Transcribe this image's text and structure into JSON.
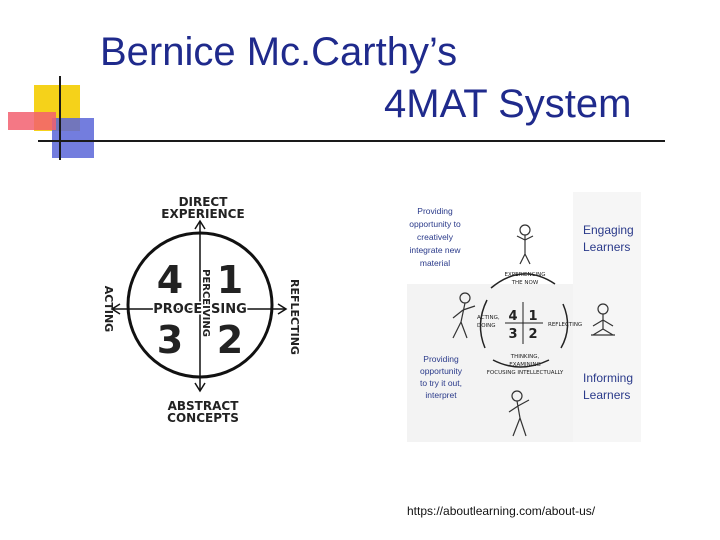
{
  "slide": {
    "title_line1": "Bernice Mc.Carthy’s",
    "title_line2": "4MAT System",
    "source_url": "https://aboutlearning.com/about-us/"
  },
  "left_diagram": {
    "top_label_1": "DIRECT",
    "top_label_2": "EXPERIENCE",
    "bottom_label_1": "ABSTRACT",
    "bottom_label_2": "CONCEPTS",
    "left_label": "ACTING",
    "right_label": "REFLECTING",
    "vertical_label": "PERCEIVING",
    "horizontal_label": "PROCESSING",
    "q1": "1",
    "q2": "2",
    "q3": "3",
    "q4": "4"
  },
  "right_diagram": {
    "note_top_left": [
      "Providing",
      "opportunity to",
      "creatively",
      "integrate new",
      "material"
    ],
    "note_bottom_left": [
      "Providing",
      "opportunity",
      "to try it out,",
      "interpret"
    ],
    "label_engaging": [
      "Engaging",
      "Learners"
    ],
    "label_informing": [
      "Informing",
      "Learners"
    ],
    "cycle_top": [
      "EXPERIENCING",
      "THE NOW"
    ],
    "cycle_left": [
      "ACTING,",
      "DOING"
    ],
    "cycle_right": "REFLECTING",
    "cycle_bottom": [
      "THINKING,",
      "EXAMINING",
      "FOCUSING INTELLECTUALLY"
    ],
    "q1": "1",
    "q2": "2",
    "q3": "3",
    "q4": "4"
  },
  "colors": {
    "title": "#1f2a8c",
    "accent_yellow": "#f5d21a",
    "accent_red": "#f26070",
    "accent_blue": "#5a66d8",
    "rule_dark": "#1a1a1a"
  }
}
